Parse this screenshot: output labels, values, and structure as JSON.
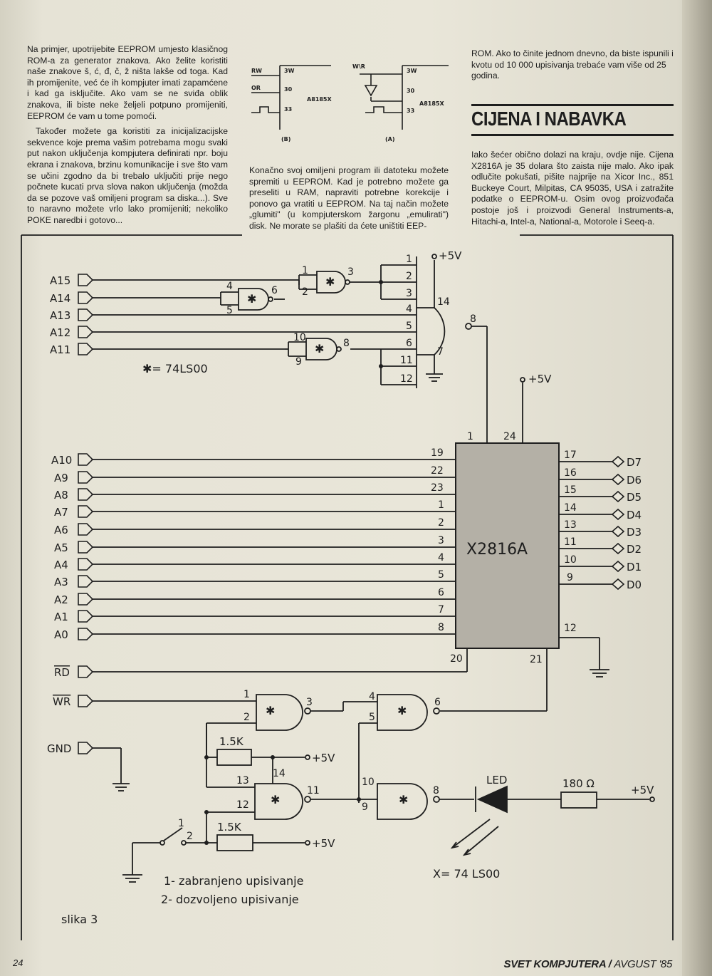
{
  "article": {
    "col1_p1": "Na primjer, upotrijebite EEPROM umjesto klasičnog ROM-a za generator znakova. Ako želite koristiti naše znakove š, ć, đ, č, ž ništa lakše od toga. Kad ih promijenite, već će ih kompjuter imati zapamćene i kad ga isključite. Ako vam se ne sviđa oblik znakova, ili biste neke željeli potpuno promijeniti, EEPROM će vam u tome pomoći.",
    "col1_p2": "Također možete ga koristiti za inicijalizacijske sekvence koje prema vašim potrebama mogu svaki put nakon uključenja kompjutera definirati npr. boju ekrana i znakova, brzinu komunikacije i sve što vam se učini zgodno da bi trebalo uključiti prije nego počnete kucati prva slova nakon uključenja (možda da se pozove vaš omiljeni program sa diska...). Sve to naravno možete vrlo lako promijeniti; nekoliko POKE naredbi i gotovo...",
    "col2_p1": "Konačno svoj omiljeni program ili datoteku možete spremiti u EEPROM. Kad je potrebno možete ga preseliti u RAM, napraviti potrebne korekcije i ponovo ga vratiti u EEPROM. Na taj način možete „glumiti\" (u kompjuterskom žargonu „emulirati\") disk. Ne morate se plašiti da ćete uništiti EEP-",
    "col3_p0": "ROM. Ako to činite jednom dnevno, da biste ispunili i kvotu od 10 000 upisivanja trebaće vam više od 25 godina.",
    "heading": "CIJENA I NABAVKA",
    "col3_p1": "Iako šećer obično dolazi na kraju, ovdje nije. Cijena X2816A je 35 dolara što zaista nije malo. Ako ipak odlučite pokušati, pišite najprije na Xicor Inc., 851 Buckeye Court, Milpitas, CA 95035, USA i zatražite podatke o EEPROM-u. Osim ovog proizvođača postoje još i proizvodi General Instruments-a, Hitachi-a, Intel-a, National-a, Motorole i Seeq-a."
  },
  "small_figure": {
    "b_labels": [
      "RW",
      "OR",
      "3W",
      "30",
      "33",
      "A8185X"
    ],
    "b_caption": "(B)",
    "a_labels": [
      "W\\R",
      "3W",
      "30",
      "33",
      "A8185X"
    ],
    "a_caption": "(A)"
  },
  "schematic": {
    "address_high": [
      "A15",
      "A14",
      "A13",
      "A12",
      "A11"
    ],
    "address_low": [
      "A10",
      "A9",
      "A8",
      "A7",
      "A6",
      "A5",
      "A4",
      "A3",
      "A2",
      "A1",
      "A0"
    ],
    "address_low_pins": [
      "19",
      "22",
      "23",
      "1",
      "2",
      "3",
      "4",
      "5",
      "6",
      "7",
      "8"
    ],
    "data_lines": [
      "D7",
      "D6",
      "D5",
      "D4",
      "D3",
      "D2",
      "D1",
      "D0"
    ],
    "data_pins": [
      "17",
      "16",
      "15",
      "14",
      "13",
      "11",
      "10",
      "9"
    ],
    "nand8_pins": [
      "1",
      "2",
      "3",
      "4",
      "5",
      "6",
      "11",
      "12"
    ],
    "chip_name": "X2816A",
    "chip_pins": {
      "ce": "1",
      "vcc": "24",
      "gnd": "12",
      "oe": "20",
      "we": "21",
      "nand8_out": "8",
      "nand8_vcc": "14",
      "nand8_gnd": "7"
    },
    "gate_pins": {
      "g1_in1": "1",
      "g1_in2": "2",
      "g1_out": "3",
      "g2_in1": "4",
      "g2_in2": "5",
      "g2_out": "6",
      "g3_in1": "10",
      "g3_in2": "9",
      "g3_out": "8"
    },
    "control": {
      "rd": "RD",
      "wr": "WR",
      "gnd": "GND"
    },
    "supply": "+5V",
    "gate_legend_top": "✱= 74LS00",
    "gate_legend_bottom": "X= 74 LS00",
    "gate_mark": "✱",
    "lower_gate_pins": {
      "a1": "1",
      "a2": "2",
      "a3": "3",
      "b4": "4",
      "b5": "5",
      "b6": "6",
      "c13": "13",
      "c12": "12",
      "c11": "11",
      "c14": "14",
      "d10": "10",
      "d9": "9",
      "d8": "8"
    },
    "resistor_1": "1.5K",
    "resistor_2": "1.5K",
    "resistor_led": "180 Ω",
    "led_label": "LED",
    "switch_pins": [
      "1",
      "2"
    ],
    "switch_legend_1": "1- zabranjeno upisivanje",
    "switch_legend_2": "2- dozvoljeno upisivanje",
    "figure_caption": "slika 3"
  },
  "footer": {
    "page_number": "24",
    "magazine": "SVET KOMPJUTERA /",
    "date": "AVGUST '85"
  }
}
